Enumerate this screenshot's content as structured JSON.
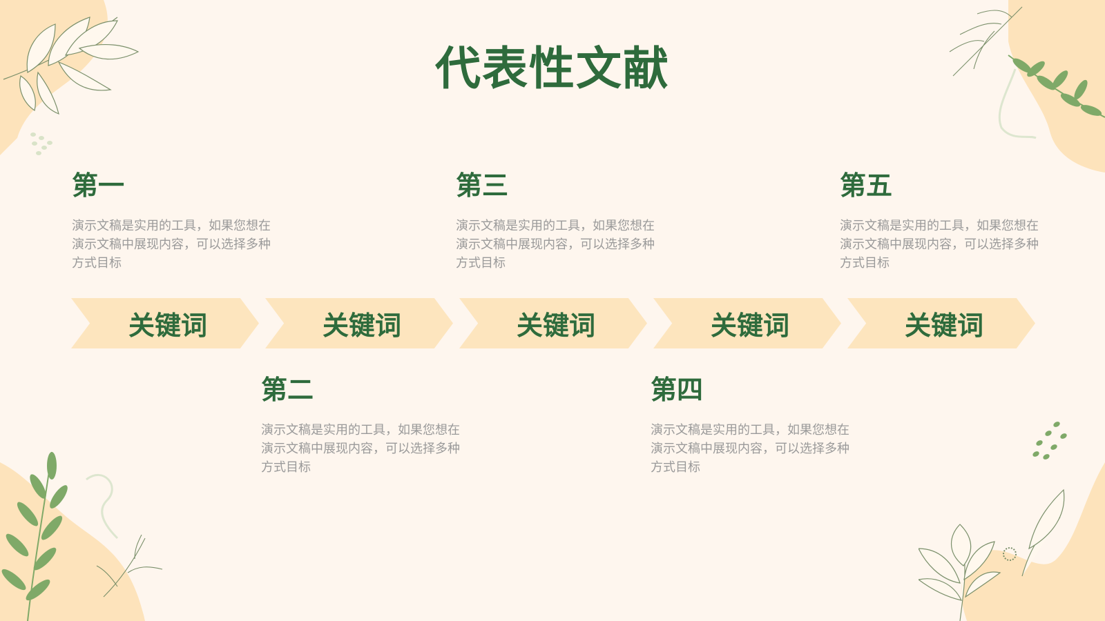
{
  "title": "代表性文献",
  "colors": {
    "background": "#fef6ee",
    "accent_green": "#2e6b3c",
    "chevron_fill": "#fde5be",
    "blob": "#fde3bb",
    "leaf_green": "#7fa968"
  },
  "items": [
    {
      "heading": "第一",
      "description": "演示文稿是实用的工具，如果您想在演示文稿中展现内容，可以选择多种方式目标"
    },
    {
      "heading": "第二",
      "description": "演示文稿是实用的工具，如果您想在演示文稿中展现内容，可以选择多种方式目标"
    },
    {
      "heading": "第三",
      "description": "演示文稿是实用的工具，如果您想在演示文稿中展现内容，可以选择多种方式目标"
    },
    {
      "heading": "第四",
      "description": "演示文稿是实用的工具，如果您想在演示文稿中展现内容，可以选择多种方式目标"
    },
    {
      "heading": "第五",
      "description": "演示文稿是实用的工具，如果您想在演示文稿中展现内容，可以选择多种方式目标"
    }
  ],
  "keywords": [
    "关键词",
    "关键词",
    "关键词",
    "关键词",
    "关键词"
  ],
  "icons": [
    "leaf-sprig-icon",
    "fern-icon",
    "dots-icon",
    "squiggle-icon"
  ]
}
